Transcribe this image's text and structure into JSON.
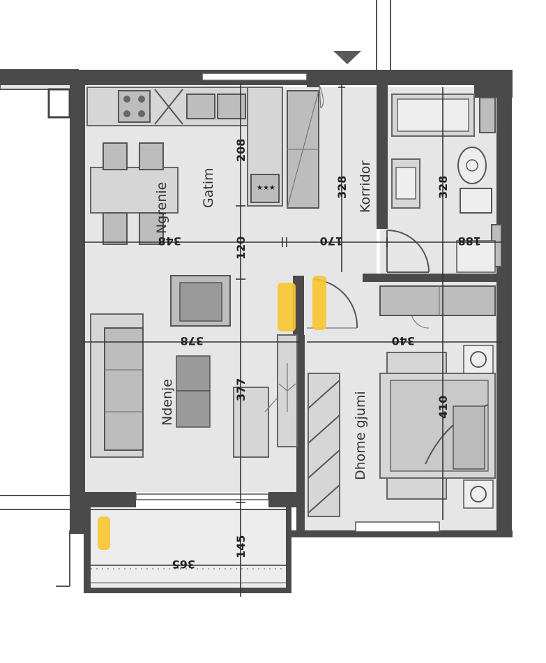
{
  "rooms": {
    "ngrenie": "Ngrenie",
    "gatim": "Gatim",
    "korridor": "Korridor",
    "ndenje": "Ndenje",
    "dhome_gjumi": "Dhome gjumi"
  },
  "dimensions": {
    "d208": "208",
    "d328_korridor": "328",
    "d328_bath": "328",
    "d348": "348",
    "d120": "120",
    "d170": "170",
    "d188": "188",
    "d378": "378",
    "d340": "340",
    "d377": "377",
    "d410": "410",
    "d145": "145",
    "d365": "365"
  },
  "colors": {
    "wall": "#4a4a4a",
    "floor": "#e6e6e6",
    "highlight": "#f7c531"
  }
}
